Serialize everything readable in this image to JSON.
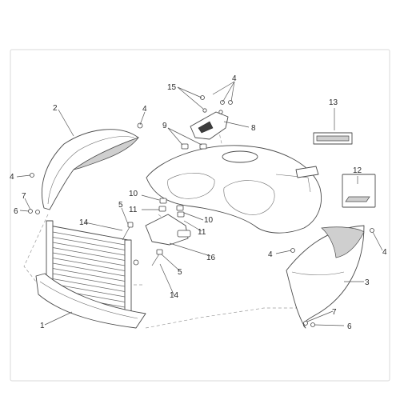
{
  "callouts": {
    "c1": "1",
    "c2": "2",
    "c3": "3",
    "c4a": "4",
    "c4b": "4",
    "c4c": "4",
    "c4d": "4",
    "c4e": "4",
    "c5a": "5",
    "c5b": "5",
    "c6a": "6",
    "c6b": "6",
    "c7a": "7",
    "c7b": "7",
    "c8": "8",
    "c9": "9",
    "c10a": "10",
    "c10b": "10",
    "c11a": "11",
    "c11b": "11",
    "c12": "12",
    "c13": "13",
    "c14a": "14",
    "c14b": "14",
    "c15": "15",
    "c16": "16"
  },
  "colors": {
    "line": "#4a4a4a",
    "text": "#2b2b2b",
    "frame": "#d9d9d9"
  }
}
